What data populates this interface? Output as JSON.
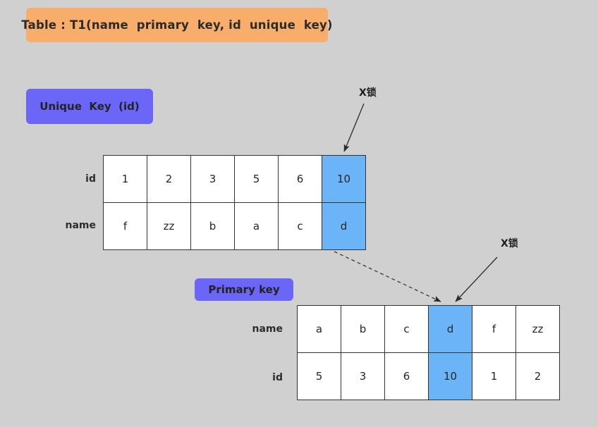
{
  "page": {
    "background_color": "#d0d0d0"
  },
  "title_banner": {
    "text": "Table : T1(name  primary  key, id  unique  key)",
    "background_color": "#f9ad6a"
  },
  "chips": {
    "unique_key": {
      "label": "Unique  Key  (id)",
      "color": "#6b66f7"
    },
    "primary_key": {
      "label": "Primary key",
      "color": "#6b66f7"
    }
  },
  "highlight_color": "#6bb4f7",
  "unique_index": {
    "row_labels": {
      "first": "id",
      "second": "name"
    },
    "rows": [
      {
        "name": "id",
        "cells": [
          "1",
          "2",
          "3",
          "5",
          "6",
          "10"
        ]
      },
      {
        "name": "name",
        "cells": [
          "f",
          "zz",
          "b",
          "a",
          "c",
          "d"
        ]
      }
    ],
    "highlighted_column_index": 5
  },
  "primary_index": {
    "row_labels": {
      "first": "name",
      "second": "id"
    },
    "rows": [
      {
        "name": "name",
        "cells": [
          "a",
          "b",
          "c",
          "d",
          "f",
          "zz"
        ]
      },
      {
        "name": "id",
        "cells": [
          "5",
          "3",
          "6",
          "10",
          "1",
          "2"
        ]
      }
    ],
    "highlighted_column_index": 3
  },
  "annotations": {
    "lock_1": {
      "label": "X锁"
    },
    "lock_2": {
      "label": "X锁"
    }
  }
}
